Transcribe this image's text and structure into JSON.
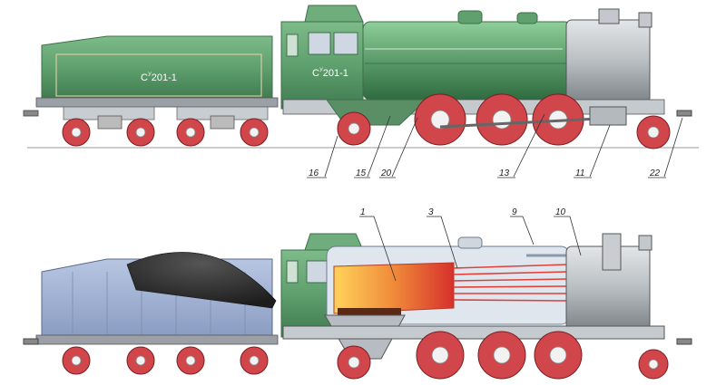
{
  "locomotive": {
    "number_prefix": "С",
    "number_super": "У",
    "number_main": "201-1"
  },
  "callouts_top": [
    "16",
    "15",
    "20",
    "13",
    "11",
    "22"
  ],
  "callouts_bottom": [
    "1",
    "3",
    "9",
    "10"
  ],
  "colors": {
    "body_green": "#5fa06e",
    "body_green_dark": "#3f7a50",
    "smokebox_grey": "#b9bec2",
    "wheel_red": "#d0464a",
    "tender_blue": "#9fb0cf",
    "coal": "#2e2e2e",
    "firebox_orange": "#f08a3a"
  }
}
